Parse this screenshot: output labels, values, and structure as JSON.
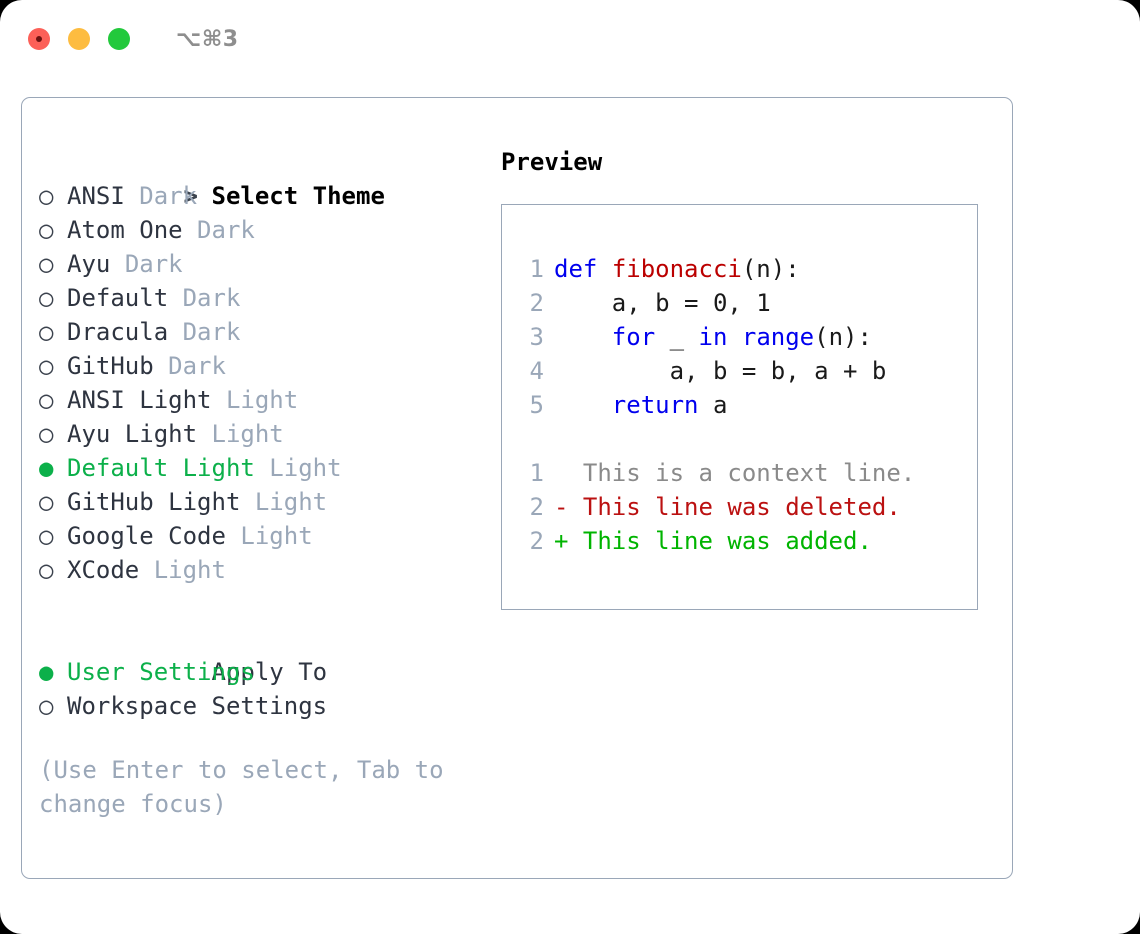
{
  "window": {
    "shortcut": "⌥⌘3",
    "traffic_lights": [
      {
        "name": "close",
        "color": "#fc6058"
      },
      {
        "name": "minimize",
        "color": "#fdbc40"
      },
      {
        "name": "maximize",
        "color": "#22c93c"
      }
    ]
  },
  "colors": {
    "selected": "#0cb04a",
    "muted": "#9aa7b8",
    "keyword": "#0000ee",
    "function": "#bb0000",
    "diff_added": "#00b400",
    "diff_deleted": "#bb1111",
    "diff_context": "#8a8a8a",
    "border": "#9aa7b8"
  },
  "theme_list": {
    "header": "Select Theme",
    "header_marker": ">",
    "marker_unselected": "○",
    "marker_selected": "●",
    "items": [
      {
        "name": "ANSI",
        "category": "Dark",
        "selected": false
      },
      {
        "name": "Atom One",
        "category": "Dark",
        "selected": false
      },
      {
        "name": "Ayu",
        "category": "Dark",
        "selected": false
      },
      {
        "name": "Default",
        "category": "Dark",
        "selected": false
      },
      {
        "name": "Dracula",
        "category": "Dark",
        "selected": false
      },
      {
        "name": "GitHub",
        "category": "Dark",
        "selected": false
      },
      {
        "name": "ANSI Light",
        "category": "Light",
        "selected": false
      },
      {
        "name": "Ayu Light",
        "category": "Light",
        "selected": false
      },
      {
        "name": "Default Light",
        "category": "Light",
        "selected": true
      },
      {
        "name": "GitHub Light",
        "category": "Light",
        "selected": false
      },
      {
        "name": "Google Code",
        "category": "Light",
        "selected": false
      },
      {
        "name": "XCode",
        "category": "Light",
        "selected": false
      }
    ]
  },
  "apply_to": {
    "label": "Apply To",
    "items": [
      {
        "name": "User Settings",
        "selected": true
      },
      {
        "name": "Workspace Settings",
        "selected": false
      }
    ]
  },
  "hint": "(Use Enter to select, Tab to change focus)",
  "preview": {
    "title": "Preview",
    "code_lines": [
      {
        "no": "1",
        "tokens": [
          {
            "t": "def",
            "c": "kw"
          },
          {
            "t": " ",
            "c": "plain"
          },
          {
            "t": "fibonacci",
            "c": "fn"
          },
          {
            "t": "(n):",
            "c": "plain"
          }
        ]
      },
      {
        "no": "2",
        "tokens": [
          {
            "t": "    a, b = 0, 1",
            "c": "plain"
          }
        ]
      },
      {
        "no": "3",
        "tokens": [
          {
            "t": "    ",
            "c": "plain"
          },
          {
            "t": "for",
            "c": "kw"
          },
          {
            "t": " _ ",
            "c": "plain"
          },
          {
            "t": "in",
            "c": "kw"
          },
          {
            "t": " ",
            "c": "plain"
          },
          {
            "t": "range",
            "c": "kw"
          },
          {
            "t": "(n):",
            "c": "plain"
          }
        ]
      },
      {
        "no": "4",
        "tokens": [
          {
            "t": "        a, b = b, a + b",
            "c": "plain"
          }
        ]
      },
      {
        "no": "5",
        "tokens": [
          {
            "t": "    ",
            "c": "plain"
          },
          {
            "t": "return",
            "c": "kw"
          },
          {
            "t": " a",
            "c": "plain"
          }
        ]
      }
    ],
    "diff_lines": [
      {
        "no": "1",
        "sign": " ",
        "text": " This is a context line.",
        "kind": "diff-ctx"
      },
      {
        "no": "2",
        "sign": "-",
        "text": " This line was deleted.",
        "kind": "diff-del"
      },
      {
        "no": "2",
        "sign": "+",
        "text": " This line was added.",
        "kind": "diff-add"
      }
    ]
  }
}
